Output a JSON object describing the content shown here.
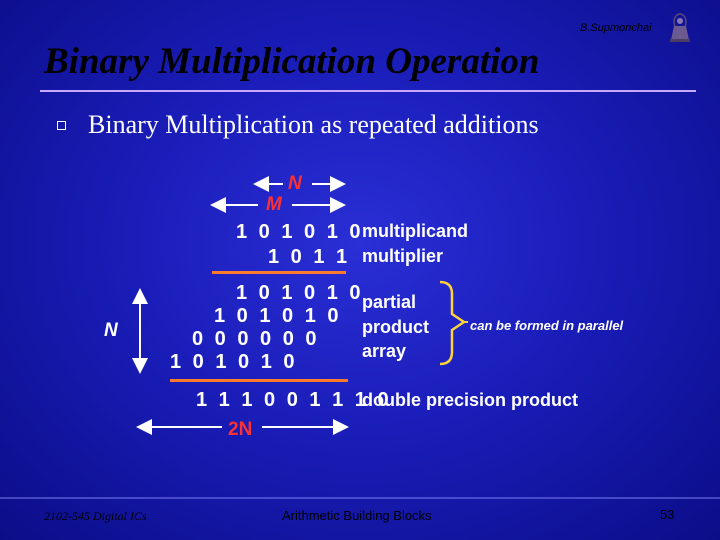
{
  "header": {
    "author": "B.Supmonchai",
    "title": "Binary Multiplication Operation"
  },
  "bullet": {
    "text": "Binary Multiplication as repeated additions"
  },
  "diagram": {
    "label_n_top": "N",
    "label_m": "M",
    "multiplicand": "1 0 1 0 1 0",
    "multiplicand_label": "multiplicand",
    "multiplier": "1 0 1 1",
    "multiplier_label": "multiplier",
    "partials": [
      "1 0 1 0 1 0",
      "1 0 1 0 1 0",
      "0 0 0 0 0 0",
      "1 0 1 0 1 0"
    ],
    "partial_label": [
      "partial",
      "product",
      "array"
    ],
    "label_n_left": "N",
    "parallel_note": "can be formed in parallel",
    "product": "1 1 1 0 0 1 1 1 0",
    "product_label": "double precision product",
    "label_2n": "2N"
  },
  "footer": {
    "course": "2102-545 Digital ICs",
    "topic": "Arithmetic Building Blocks",
    "page": "53"
  },
  "colors": {
    "accent_orange": "#ff7a2a",
    "label_red": "#ff3030",
    "bracket_yellow": "#ffd23a"
  }
}
